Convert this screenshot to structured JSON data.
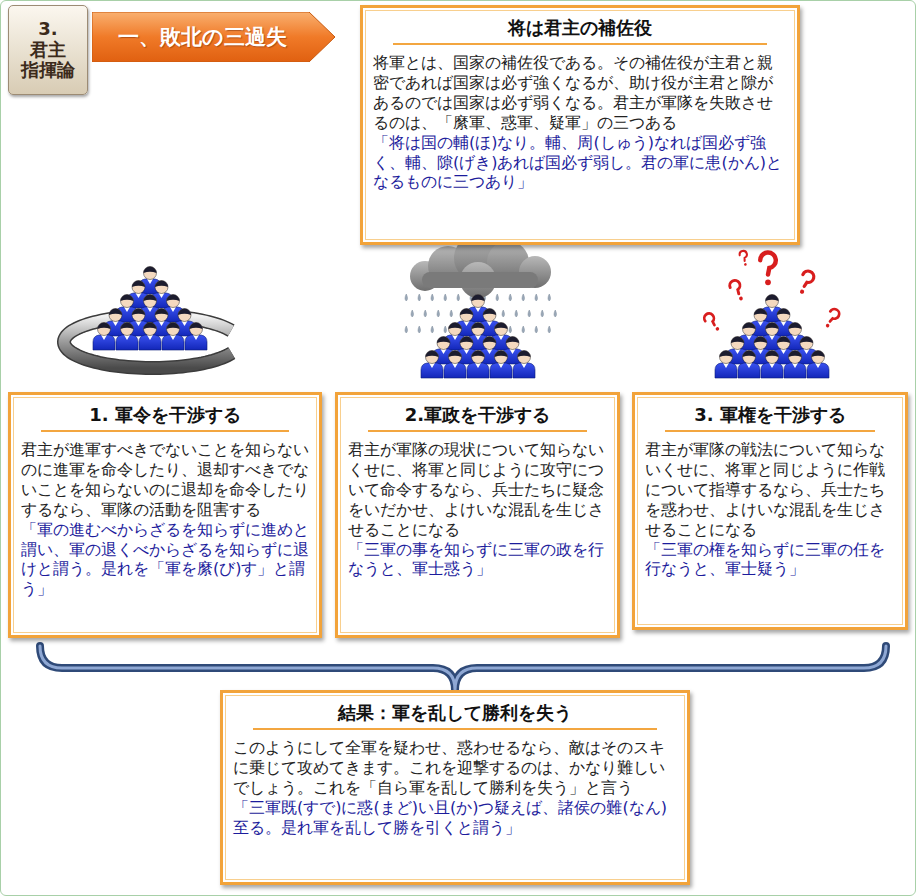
{
  "diagram": {
    "nodes": [
      {
        "text": [
          "3. 君主 指揮論"
        ]
      },
      {
        "text": [
          "一、敗北の三過失"
        ]
      },
      {
        "text": [
          "将は君主の補佐役",
          "将軍とは、国家の補佐役である。その補佐役が主君と親密であれば国家は必ず強くなるが、助け役が主君と隙があるのでは国家は必ず弱くなる。君主が軍隊を失敗させるのは、「縻軍、惑軍、疑軍」の三つある",
          "「将は国の輔(ほ)なり。輔、周(しゅう)なれば国必ず強く、輔、隙(げき)あれば国必ず弱し。君の軍に患(かん)となるものに三つあり」"
        ]
      },
      {
        "text": [
          "1. 軍令を干渉する",
          "君主が進軍すべきでないことを知らないのに進軍を命令したり、退却すべきでないことを知らないのに退却を命令したりするなら、軍隊の活動を阻害する",
          "「軍の進むべからざるを知らずに進めと謂い、軍の退くべからざるを知らずに退けと謂う。是れを「軍を縻(び)す」と謂う」"
        ]
      },
      {
        "text": [
          "2.軍政を干渉する",
          "君主が軍隊の現状について知らないくせに、将軍と同じように攻守について命令するなら、兵士たちに疑念をいだかせ、よけいな混乱を生じさせることになる",
          "「三軍の事を知らずに三軍の政を行なうと、軍士惑う」"
        ]
      },
      {
        "text": [
          "3. 軍権を干渉する",
          "君主が軍隊の戦法について知らないくせに、将軍と同じように作戦について指導するなら、兵士たちを惑わせ、よけいな混乱を生じさせることになる",
          "「三軍の権を知らずに三軍の任を行なうと、軍士疑う」"
        ]
      },
      {
        "text": [
          "結果：軍を乱して勝利を失う",
          "このようにして全軍を疑わせ、惑わせるなら、敵はそのスキに乗じて攻めてきます。これを迎撃するのは、かなり難しいでしょう。これを「自ら軍を乱して勝利を失う」と言う",
          "「三軍既(すで)に惑(まど)い且(か)つ疑えば、諸侯の難(なん)至る。是れ軍を乱して勝を引くと謂う」"
        ]
      }
    ]
  }
}
